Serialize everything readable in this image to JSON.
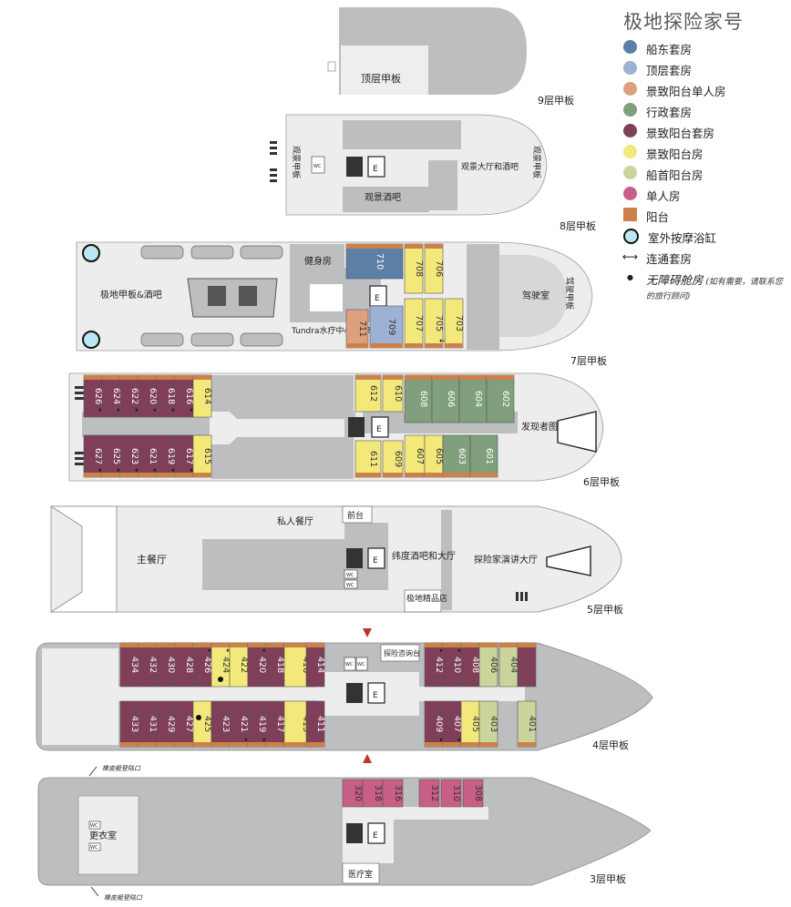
{
  "colors": {
    "hull_gray": "#bdbec0",
    "deck_light": "#eeeeee",
    "white": "#ffffff",
    "dark_gray": "#808184",
    "owner_suite": "#5b7fa5",
    "penthouse_suite": "#9cb1d3",
    "balcony_single": "#dd9f7d",
    "exec_suite": "#7f9f7d",
    "balcony_suite": "#7f3f58",
    "balcony_stateroom": "#f3e97a",
    "bow_balcony": "#c9d59b",
    "single_room": "#c95f86",
    "balcony": "#cc8149",
    "hot_tub": "#bde6f3"
  },
  "legend": {
    "title": "极地探险家号",
    "items": [
      {
        "label": "船东套房",
        "swatch": "owner_suite"
      },
      {
        "label": "顶层套房",
        "swatch": "penthouse_suite"
      },
      {
        "label": "景致阳台单人房",
        "swatch": "balcony_single"
      },
      {
        "label": "行政套房",
        "swatch": "exec_suite"
      },
      {
        "label": "景致阳台套房",
        "swatch": "balcony_suite"
      },
      {
        "label": "景致阳台房",
        "swatch": "balcony_stateroom"
      },
      {
        "label": "船首阳台房",
        "swatch": "bow_balcony"
      },
      {
        "label": "单人房",
        "swatch": "single_room"
      },
      {
        "label": "阳台",
        "swatch": "balcony"
      },
      {
        "label": "室外按摩浴缸",
        "swatch": "hot_tub"
      },
      {
        "label": "连通套房",
        "swatch": "connecting"
      },
      {
        "label": "无障碍舱房",
        "note": "(如有需要，请联系您的旅行顾问)",
        "swatch": "accessible"
      }
    ],
    "connecting_symbol": "⟷",
    "accessible_symbol": "●"
  },
  "decks": {
    "d9": {
      "label": "9层甲板",
      "area": "顶层甲板"
    },
    "d8": {
      "label": "8层甲板",
      "area_left": "观景甲板",
      "area_right": "观景甲板",
      "bar": "观景酒吧",
      "lounge": "观景大厅和酒吧",
      "elevator": "E",
      "wc": "WC"
    },
    "d7": {
      "label": "7层甲板",
      "area": "极地甲板&酒吧",
      "gym": "健身房",
      "spa": "Tundra水疗中心 桑拿室",
      "bridge": "驾驶室",
      "bridge_side": "驾驶甲板",
      "elevator": "E",
      "rooms": [
        "710",
        "708",
        "706",
        "711",
        "709",
        "707",
        "705",
        "703"
      ]
    },
    "d6": {
      "label": "6层甲板",
      "library": "发现者图书馆",
      "elevator": "E",
      "top_rooms": [
        "626",
        "624",
        "622",
        "620",
        "618",
        "616",
        "614",
        "612",
        "610",
        "608",
        "606",
        "604",
        "602"
      ],
      "bottom_rooms": [
        "627",
        "625",
        "623",
        "621",
        "619",
        "617",
        "615",
        "611",
        "609",
        "607",
        "605",
        "603",
        "601"
      ]
    },
    "d5": {
      "label": "5层甲板",
      "main_restaurant": "主餐厅",
      "private_dining": "私人餐厅",
      "reception": "前台",
      "bar": "纬度酒吧和大厅",
      "shop": "极地精品店",
      "theater": "探险家演讲大厅",
      "elevator": "E",
      "wc": "WC"
    },
    "d4": {
      "label": "4层甲板",
      "desk": "探险咨询台",
      "elevator": "E",
      "wc": "WC",
      "top_rooms": [
        "434",
        "432",
        "430",
        "428",
        "426",
        "424",
        "422",
        "420",
        "418",
        "416",
        "414",
        "412",
        "410",
        "408",
        "406",
        "404"
      ],
      "bottom_rooms": [
        "433",
        "431",
        "429",
        "427",
        "425",
        "423",
        "421",
        "419",
        "417",
        "415",
        "411",
        "409",
        "407",
        "405",
        "403",
        "401"
      ]
    },
    "d3": {
      "label": "3层甲板",
      "locker": "更衣室",
      "medical": "医疗室",
      "tender_top": "橡皮艇登陆口",
      "tender_bottom": "橡皮艇登陆口",
      "elevator": "E",
      "wc": "WC",
      "rooms": [
        "320",
        "318",
        "316",
        "312",
        "310",
        "308"
      ]
    }
  }
}
